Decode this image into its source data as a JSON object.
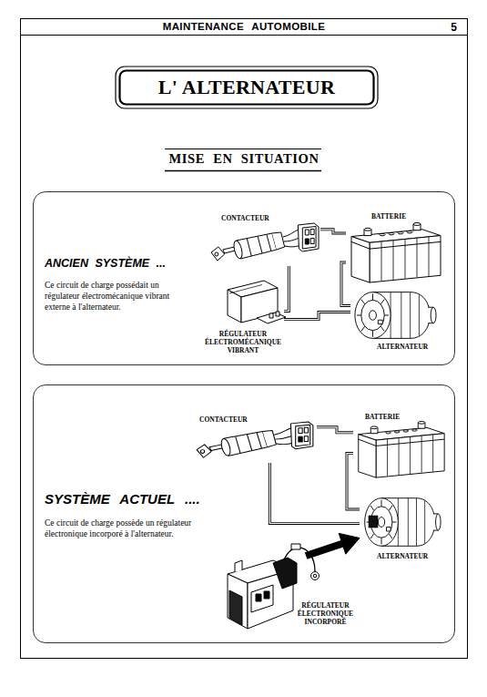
{
  "diagram": {
    "title": "L' ALTERNATEUR",
    "nodes": [
      {
        "text": [
          "ANCIEN SYSTÈME ...",
          "Ce circuit de charge possédait un régulateur électromécanique vibrant externe à l'alternateur."
        ]
      },
      {
        "text": [
          "CONTACTEUR"
        ],
        "in": 0
      },
      {
        "text": [
          "BATTERIE"
        ],
        "in": 0
      },
      {
        "text": [
          "RÉGULATEUR ÉLECTROMÉCANIQUE VIBRANT"
        ],
        "in": 0
      },
      {
        "text": [
          "ALTERNATEUR"
        ],
        "in": 0
      },
      {
        "text": [
          "SYSTÈME ACTUEL ....",
          "Ce circuit de charge possède un régulateur électronique incorporé à l'alternateur."
        ]
      },
      {
        "text": [
          "CONTACTEUR"
        ],
        "in": 5
      },
      {
        "text": [
          "BATTERIE"
        ],
        "in": 5
      },
      {
        "text": [
          "ALTERNATEUR"
        ],
        "in": 5
      },
      {
        "text": [
          "RÉGULATEUR ÉLECTRONIQUE INCORPORÉ"
        ],
        "in": 5
      }
    ],
    "edges": [
      {
        "from": 1,
        "to": 2,
        "arrow": "none"
      },
      {
        "from": 1,
        "to": 3,
        "arrow": "none"
      },
      {
        "from": 3,
        "to": 4,
        "arrow": "none"
      },
      {
        "from": 2,
        "to": 4,
        "arrow": "none"
      },
      {
        "from": 6,
        "to": 7,
        "arrow": "none"
      },
      {
        "from": 6,
        "to": 8,
        "arrow": "none"
      },
      {
        "from": 7,
        "to": 8,
        "arrow": "none"
      },
      {
        "from": 9,
        "to": 8,
        "arrow": "to"
      }
    ],
    "labels": [
      "MAINTENANCE AUTOMOBILE",
      "5",
      "MISE EN SITUATION"
    ]
  }
}
